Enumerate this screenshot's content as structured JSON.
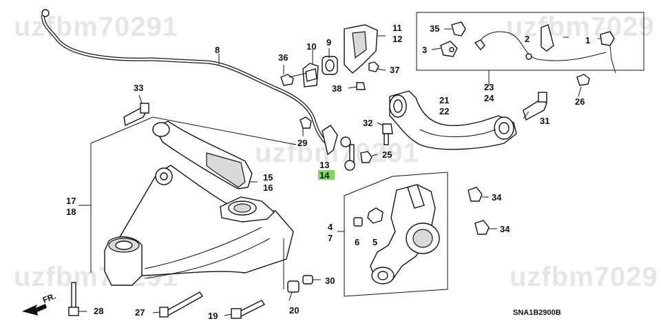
{
  "watermarks": [
    "uzfbm70291",
    "uzfbm7029",
    "uzfbm70291",
    "uzfbm70291",
    "uzfbm7029"
  ],
  "diagram_code": "SNA1B2900B",
  "front_label": "FR.",
  "highlighted_callout": "14",
  "callouts": {
    "c1": "1",
    "c2": "2",
    "c3": "3",
    "c4": "4",
    "c5": "5",
    "c6": "6",
    "c7": "7",
    "c8": "8",
    "c9": "9",
    "c10": "10",
    "c11": "11",
    "c12": "12",
    "c13": "13",
    "c14": "14",
    "c15": "15",
    "c16": "16",
    "c17": "17",
    "c18": "18",
    "c19": "19",
    "c20": "20",
    "c21": "21",
    "c22": "22",
    "c23": "23",
    "c24": "24",
    "c25": "25",
    "c26": "26",
    "c27": "27",
    "c28": "28",
    "c29": "29",
    "c30": "30",
    "c31": "31",
    "c32": "32",
    "c33": "33",
    "c34a": "34",
    "c34b": "34",
    "c35": "35",
    "c36": "36",
    "c37": "37",
    "c38": "38"
  },
  "colors": {
    "highlight": "#7ed957",
    "ink": "#111111",
    "watermark": "#e6e6e6"
  }
}
